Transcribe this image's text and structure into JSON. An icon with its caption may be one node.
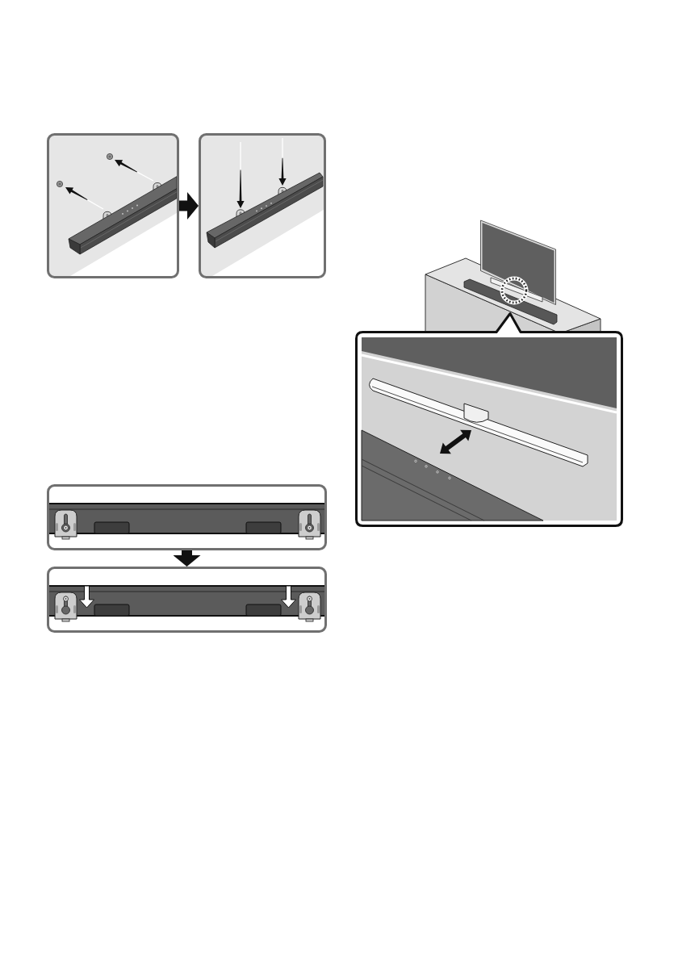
{
  "diagram": {
    "nodes": [
      {
        "text": [],
        "shape": "picture"
      },
      {
        "text": [],
        "shape": "picture"
      },
      {
        "text": [],
        "shape": "picture"
      },
      {
        "text": [],
        "shape": "picture"
      },
      {
        "text": [],
        "shape": "picture"
      },
      {
        "text": [],
        "shape": "picture"
      }
    ],
    "edges": [
      {
        "from": 0,
        "to": 1,
        "arrow": "to"
      },
      {
        "from": 2,
        "to": 3,
        "arrow": "to"
      }
    ]
  }
}
